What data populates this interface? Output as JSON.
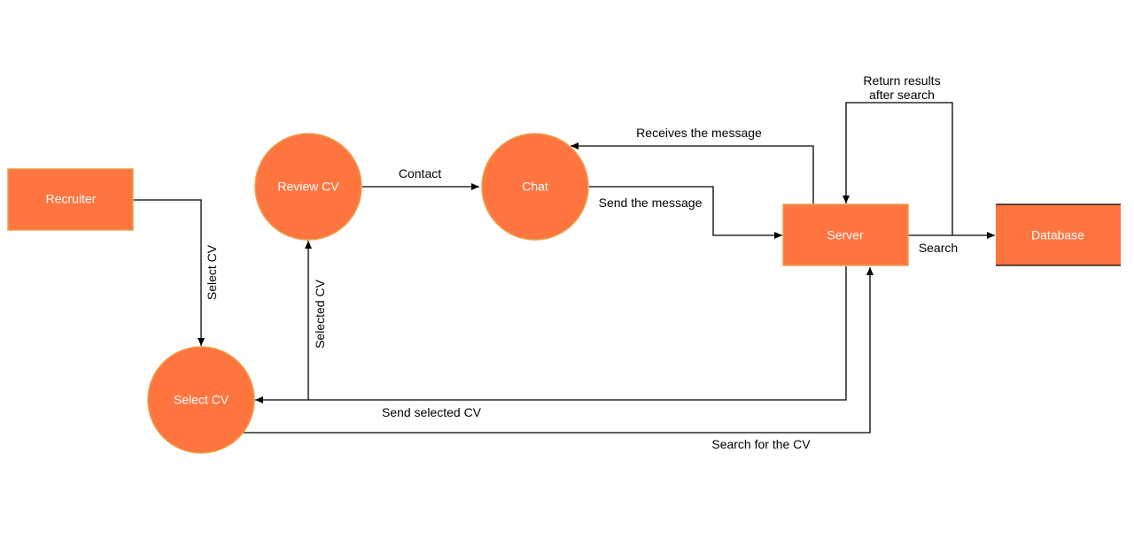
{
  "diagram": {
    "colors": {
      "node_fill": "#ff7540",
      "node_stroke": "#e8a04a",
      "edge": "#000000",
      "label_text": "#ffffff",
      "edge_text": "#000000"
    },
    "nodes": {
      "recruiter": {
        "label": "Recruiter",
        "shape": "rectangle"
      },
      "review_cv": {
        "label": "Review CV",
        "shape": "circle"
      },
      "chat": {
        "label": "Chat",
        "shape": "circle"
      },
      "server": {
        "label": "Server",
        "shape": "rectangle"
      },
      "database": {
        "label": "Database",
        "shape": "data-store"
      },
      "select_cv": {
        "label": "Select CV",
        "shape": "circle"
      }
    },
    "edges": {
      "return_results": {
        "line1": "Return results",
        "line2": "after search",
        "from": "Server",
        "to": "Server"
      },
      "receives_message": {
        "label": "Receives the message",
        "from": "Server",
        "to": "Chat"
      },
      "contact": {
        "label": "Contact",
        "from": "Review CV",
        "to": "Chat"
      },
      "send_message": {
        "label": "Send the message",
        "from": "Chat",
        "to": "Server"
      },
      "search": {
        "label": "Search",
        "from": "Server",
        "to": "Database"
      },
      "select_cv": {
        "label": "Select  CV",
        "from": "Recruiter",
        "to": "Select CV"
      },
      "selected_cv": {
        "label": "Selected  CV",
        "from": "Select CV",
        "to": "Review CV"
      },
      "send_selected_cv": {
        "label": "Send selected CV",
        "from": "Server",
        "to": "Select CV"
      },
      "search_for_cv": {
        "label": "Search for the CV",
        "from": "Select CV",
        "to": "Server"
      }
    }
  }
}
